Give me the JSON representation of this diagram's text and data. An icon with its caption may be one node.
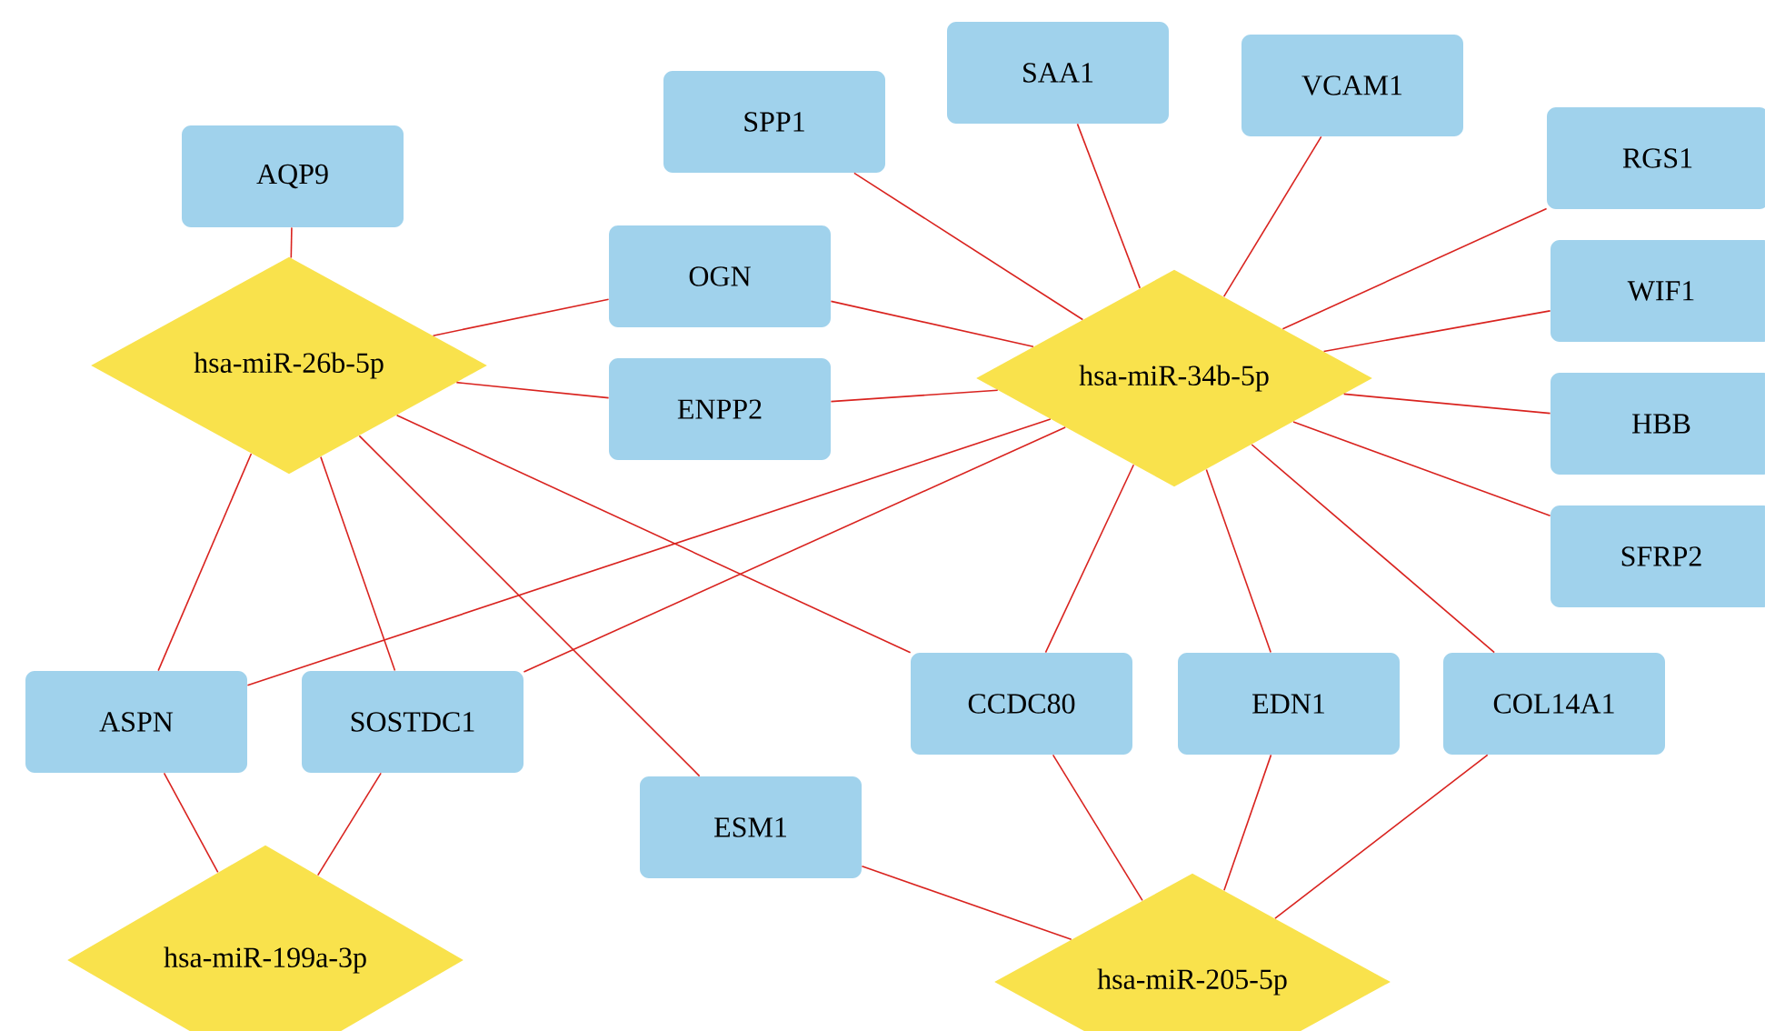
{
  "diagram": {
    "nodes": [
      {
        "text": [
          "AQP9"
        ]
      },
      {
        "text": [
          "SPP1"
        ]
      },
      {
        "text": [
          "SAA1"
        ]
      },
      {
        "text": [
          "VCAM1"
        ]
      },
      {
        "text": [
          "RGS1"
        ]
      },
      {
        "text": [
          "OGN"
        ]
      },
      {
        "text": [
          "WIF1"
        ]
      },
      {
        "text": [
          "hsa-miR-26b-5p"
        ]
      },
      {
        "text": [
          "ENPP2"
        ]
      },
      {
        "text": [
          "hsa-miR-34b-5p"
        ]
      },
      {
        "text": [
          "HBB"
        ]
      },
      {
        "text": [
          "SFRP2"
        ]
      },
      {
        "text": [
          "ASPN"
        ]
      },
      {
        "text": [
          "SOSTDC1"
        ]
      },
      {
        "text": [
          "CCDC80"
        ]
      },
      {
        "text": [
          "EDN1"
        ]
      },
      {
        "text": [
          "COL14A1"
        ]
      },
      {
        "text": [
          "ESM1"
        ]
      },
      {
        "text": [
          "hsa-miR-199a-3p"
        ]
      },
      {
        "text": [
          "hsa-miR-205-5p"
        ]
      }
    ],
    "edges": [
      {
        "from": 7,
        "to": 0,
        "arrow": "none"
      },
      {
        "from": 7,
        "to": 5,
        "arrow": "none"
      },
      {
        "from": 7,
        "to": 8,
        "arrow": "none"
      },
      {
        "from": 7,
        "to": 12,
        "arrow": "none"
      },
      {
        "from": 7,
        "to": 13,
        "arrow": "none"
      },
      {
        "from": 7,
        "to": 17,
        "arrow": "none"
      },
      {
        "from": 7,
        "to": 14,
        "arrow": "none"
      },
      {
        "from": 9,
        "to": 1,
        "arrow": "none"
      },
      {
        "from": 9,
        "to": 2,
        "arrow": "none"
      },
      {
        "from": 9,
        "to": 3,
        "arrow": "none"
      },
      {
        "from": 9,
        "to": 4,
        "arrow": "none"
      },
      {
        "from": 9,
        "to": 6,
        "arrow": "none"
      },
      {
        "from": 9,
        "to": 10,
        "arrow": "none"
      },
      {
        "from": 9,
        "to": 11,
        "arrow": "none"
      },
      {
        "from": 9,
        "to": 5,
        "arrow": "none"
      },
      {
        "from": 9,
        "to": 8,
        "arrow": "none"
      },
      {
        "from": 9,
        "to": 12,
        "arrow": "none"
      },
      {
        "from": 9,
        "to": 13,
        "arrow": "none"
      },
      {
        "from": 9,
        "to": 14,
        "arrow": "none"
      },
      {
        "from": 9,
        "to": 15,
        "arrow": "none"
      },
      {
        "from": 9,
        "to": 16,
        "arrow": "none"
      },
      {
        "from": 18,
        "to": 12,
        "arrow": "none"
      },
      {
        "from": 18,
        "to": 13,
        "arrow": "none"
      },
      {
        "from": 19,
        "to": 14,
        "arrow": "none"
      },
      {
        "from": 19,
        "to": 15,
        "arrow": "none"
      },
      {
        "from": 19,
        "to": 16,
        "arrow": "none"
      },
      {
        "from": 19,
        "to": 17,
        "arrow": "none"
      }
    ]
  }
}
